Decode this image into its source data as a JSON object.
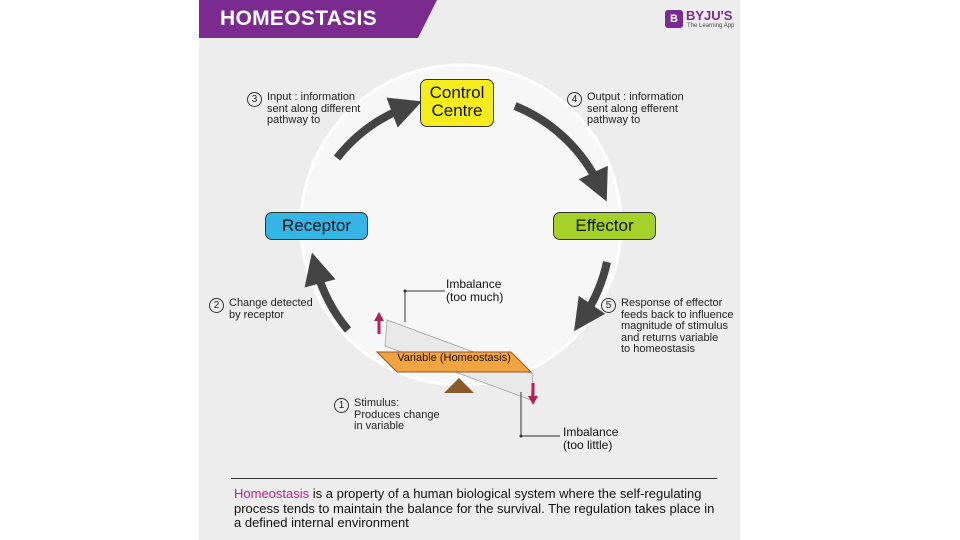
{
  "title": "HOMEOSTASIS",
  "logo": {
    "name": "BYJU'S",
    "tagline": "The Learning App",
    "mark": "B"
  },
  "nodes": {
    "control_centre": "Control\nCentre",
    "receptor": "Receptor",
    "effector": "Effector"
  },
  "steps": [
    {
      "num": "1",
      "text": "Stimulus:\nProduces change\nin variable"
    },
    {
      "num": "2",
      "text": "Change detected\nby receptor"
    },
    {
      "num": "3",
      "text": "Input : information\nsent along different\npathway to"
    },
    {
      "num": "4",
      "text": "Output : information\nsent along efferent\npathway to"
    },
    {
      "num": "5",
      "text": "Response of effector\nfeeds back to influence\nmagnitude of stimulus\nand returns variable\nto homeostasis"
    }
  ],
  "imbalance_high": "Imbalance\n(too much)",
  "imbalance_low": "Imbalance\n(too little)",
  "variable_label": "Variable (Homeostasis)",
  "footer": {
    "term": "Homeostasis",
    "text": " is a property of a human biological system where the self-regulating process tends to maintain the balance for the survival. The regulation takes place in a defined internal environment"
  },
  "colors": {
    "title_bar": "#7b2b8f",
    "control_centre": "#f5ec1e",
    "receptor": "#35b4e6",
    "effector": "#a6d12a",
    "beam": "#f2a441",
    "fulcrum": "#8a5a2b",
    "arrow_up": "#b0235a",
    "arrow_down": "#b0235a",
    "cycle_arrows": "#444444",
    "footer_term": "#c2217f"
  },
  "icons": [
    "up-arrow-icon",
    "down-arrow-icon",
    "cycle-arrow-icon"
  ]
}
